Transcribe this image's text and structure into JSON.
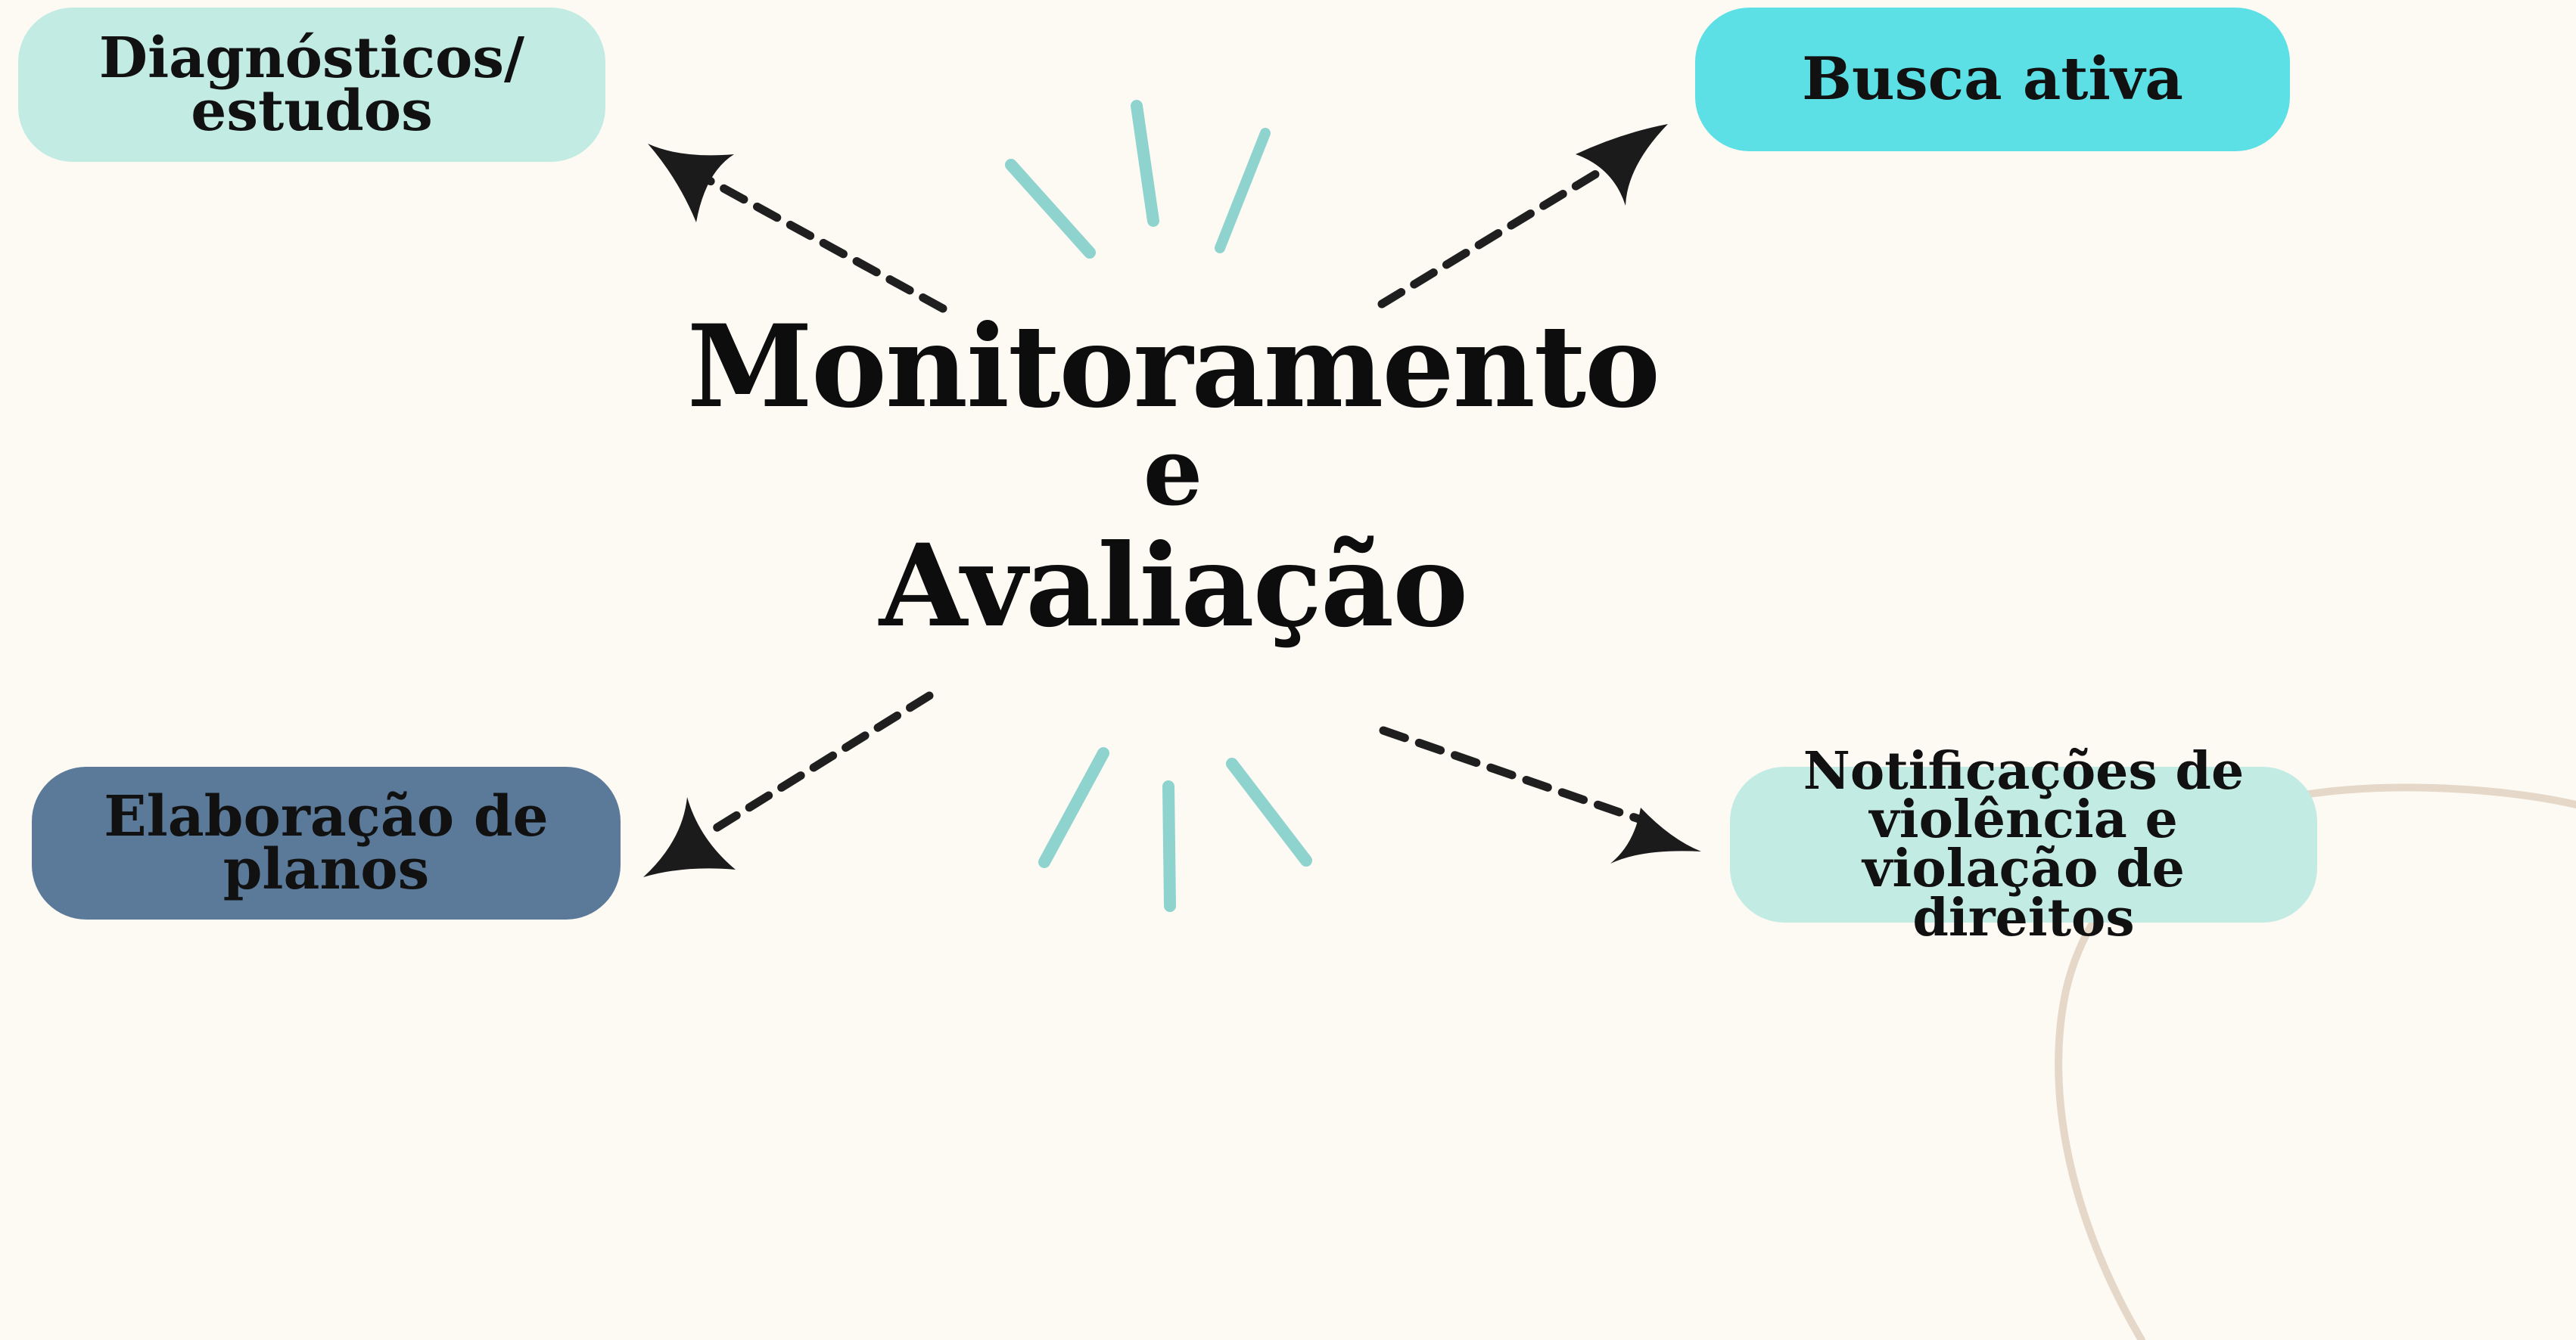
{
  "diagram": {
    "center_title": {
      "line1": "Monitoramento",
      "line2": "e",
      "line3": "Avaliação"
    },
    "nodes": [
      {
        "id": "diag",
        "label": "Diagnósticos/ estudos",
        "color": "#c2ebe3"
      },
      {
        "id": "busca",
        "label": "Busca ativa",
        "color": "#5ce0e6"
      },
      {
        "id": "elab",
        "label": "Elaboração de planos",
        "color": "#5b7998"
      },
      {
        "id": "notif",
        "label": "Notificações de violência e violação de direitos",
        "color": "#c2ebe3"
      }
    ],
    "arrow_style": "dashed",
    "arrow_color": "#1f1f1f",
    "accent_color": "#8fd3cf",
    "curve_color": "#e6d8c8",
    "background": "#fdfaf4"
  }
}
